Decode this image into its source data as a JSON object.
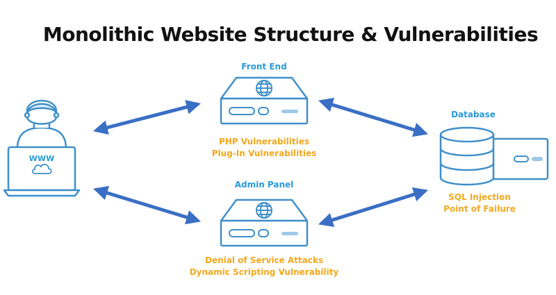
{
  "title": "Monolithic Website Structure & Vulnerabilities",
  "colors": {
    "outline": "#3f8fc9",
    "arrow": "#3a6fc4",
    "label_blue": "#2a9ad6",
    "label_orange": "#f2a81e"
  },
  "nodes": {
    "client": {
      "screen_text": "WWW",
      "icons": [
        "user-icon",
        "laptop-icon",
        "cloud-icon"
      ]
    },
    "front_end": {
      "label": "Front End",
      "vulnerabilities": [
        "PHP Vulnerabilities",
        "Plug-In Vulnerabilities"
      ]
    },
    "admin_panel": {
      "label": "Admin Panel",
      "vulnerabilities": [
        "Denial of Service Attacks",
        "Dynamic Scripting Vulnerability"
      ]
    },
    "database": {
      "label": "Database",
      "vulnerabilities": [
        "SQL Injection",
        "Point of Failure"
      ]
    }
  },
  "connections": [
    {
      "from": "client",
      "to": "front_end",
      "direction": "both"
    },
    {
      "from": "client",
      "to": "admin_panel",
      "direction": "both"
    },
    {
      "from": "front_end",
      "to": "database",
      "direction": "both"
    },
    {
      "from": "admin_panel",
      "to": "database",
      "direction": "both"
    }
  ]
}
